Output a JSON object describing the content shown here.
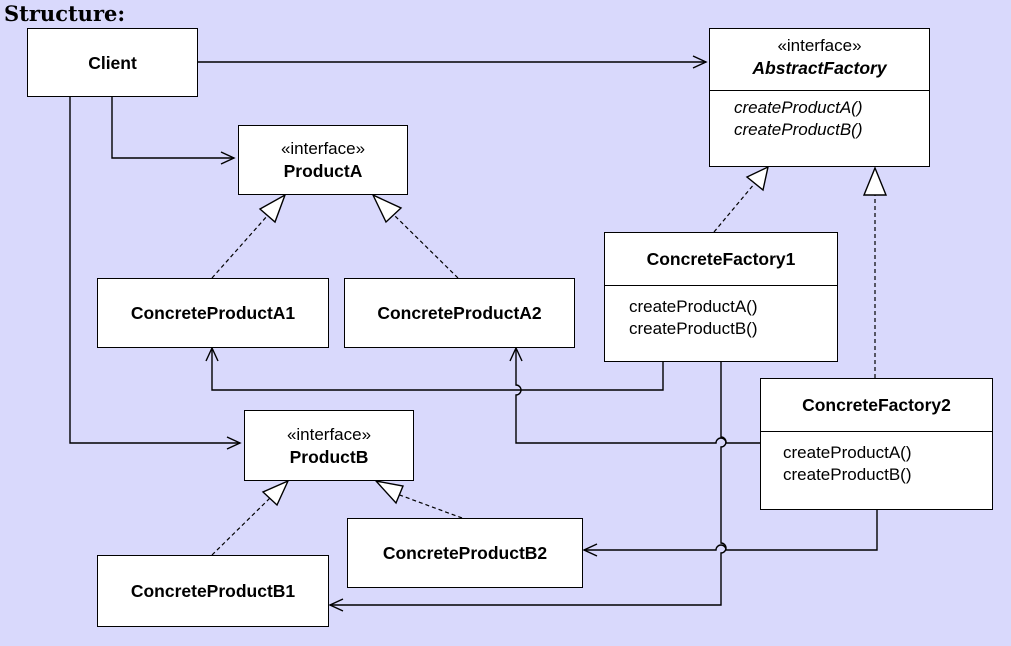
{
  "heading": "Structure:",
  "classes": {
    "client": {
      "name": "Client"
    },
    "abstract_factory": {
      "stereotype": "«interface»",
      "name": "AbstractFactory",
      "operations": [
        "createProductA()",
        "createProductB()"
      ]
    },
    "product_a": {
      "stereotype": "«interface»",
      "name": "ProductA"
    },
    "product_b": {
      "stereotype": "«interface»",
      "name": "ProductB"
    },
    "concrete_product_a1": {
      "name": "ConcreteProductA1"
    },
    "concrete_product_a2": {
      "name": "ConcreteProductA2"
    },
    "concrete_product_b1": {
      "name": "ConcreteProductB1"
    },
    "concrete_product_b2": {
      "name": "ConcreteProductB2"
    },
    "concrete_factory_1": {
      "name": "ConcreteFactory1",
      "operations": [
        "createProductA()",
        "createProductB()"
      ]
    },
    "concrete_factory_2": {
      "name": "ConcreteFactory2",
      "operations": [
        "createProductA()",
        "createProductB()"
      ]
    }
  },
  "relationships": [
    {
      "kind": "association",
      "from": "Client",
      "to": "AbstractFactory"
    },
    {
      "kind": "association",
      "from": "Client",
      "to": "ProductA"
    },
    {
      "kind": "association",
      "from": "Client",
      "to": "ProductB"
    },
    {
      "kind": "realization",
      "from": "ConcreteProductA1",
      "to": "ProductA"
    },
    {
      "kind": "realization",
      "from": "ConcreteProductA2",
      "to": "ProductA"
    },
    {
      "kind": "realization",
      "from": "ConcreteProductB1",
      "to": "ProductB"
    },
    {
      "kind": "realization",
      "from": "ConcreteProductB2",
      "to": "ProductB"
    },
    {
      "kind": "realization",
      "from": "ConcreteFactory1",
      "to": "AbstractFactory"
    },
    {
      "kind": "realization",
      "from": "ConcreteFactory2",
      "to": "AbstractFactory"
    },
    {
      "kind": "dependency",
      "from": "ConcreteFactory1",
      "to": "ConcreteProductA1"
    },
    {
      "kind": "dependency",
      "from": "ConcreteFactory1",
      "to": "ConcreteProductB1"
    },
    {
      "kind": "dependency",
      "from": "ConcreteFactory2",
      "to": "ConcreteProductA2"
    },
    {
      "kind": "dependency",
      "from": "ConcreteFactory2",
      "to": "ConcreteProductB2"
    }
  ]
}
